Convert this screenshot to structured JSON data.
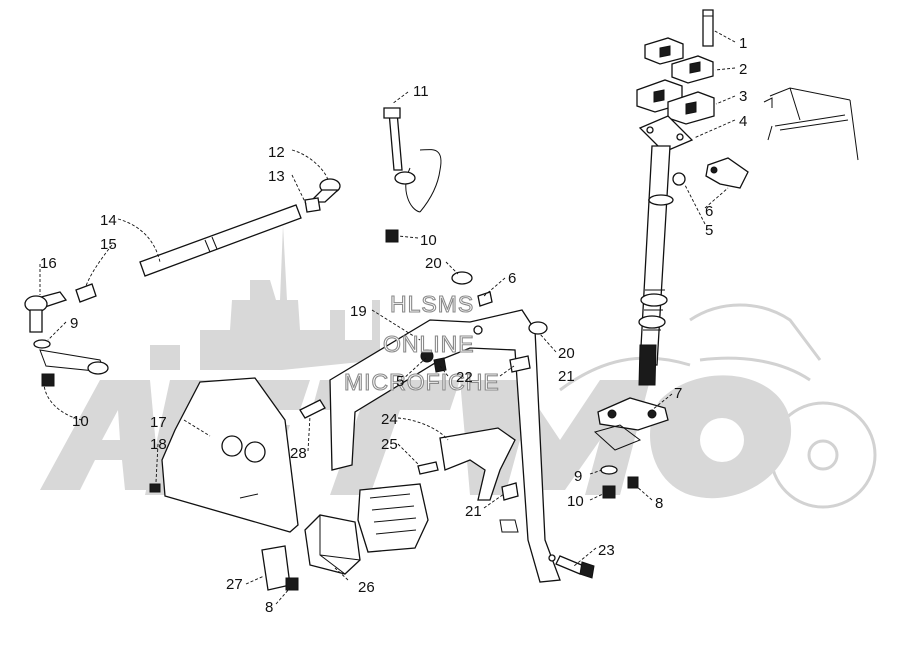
{
  "watermark": {
    "line1": "HLSMS",
    "line2": "ONLINE",
    "line3": "MICROFICHE"
  },
  "callouts": [
    "1",
    "2",
    "3",
    "4",
    "5",
    "5",
    "6",
    "6",
    "7",
    "8",
    "8",
    "9",
    "9",
    "10",
    "10",
    "10",
    "11",
    "12",
    "13",
    "14",
    "15",
    "16",
    "17",
    "18",
    "19",
    "20",
    "20",
    "21",
    "21",
    "22",
    "23",
    "24",
    "25",
    "26",
    "27",
    "28"
  ]
}
